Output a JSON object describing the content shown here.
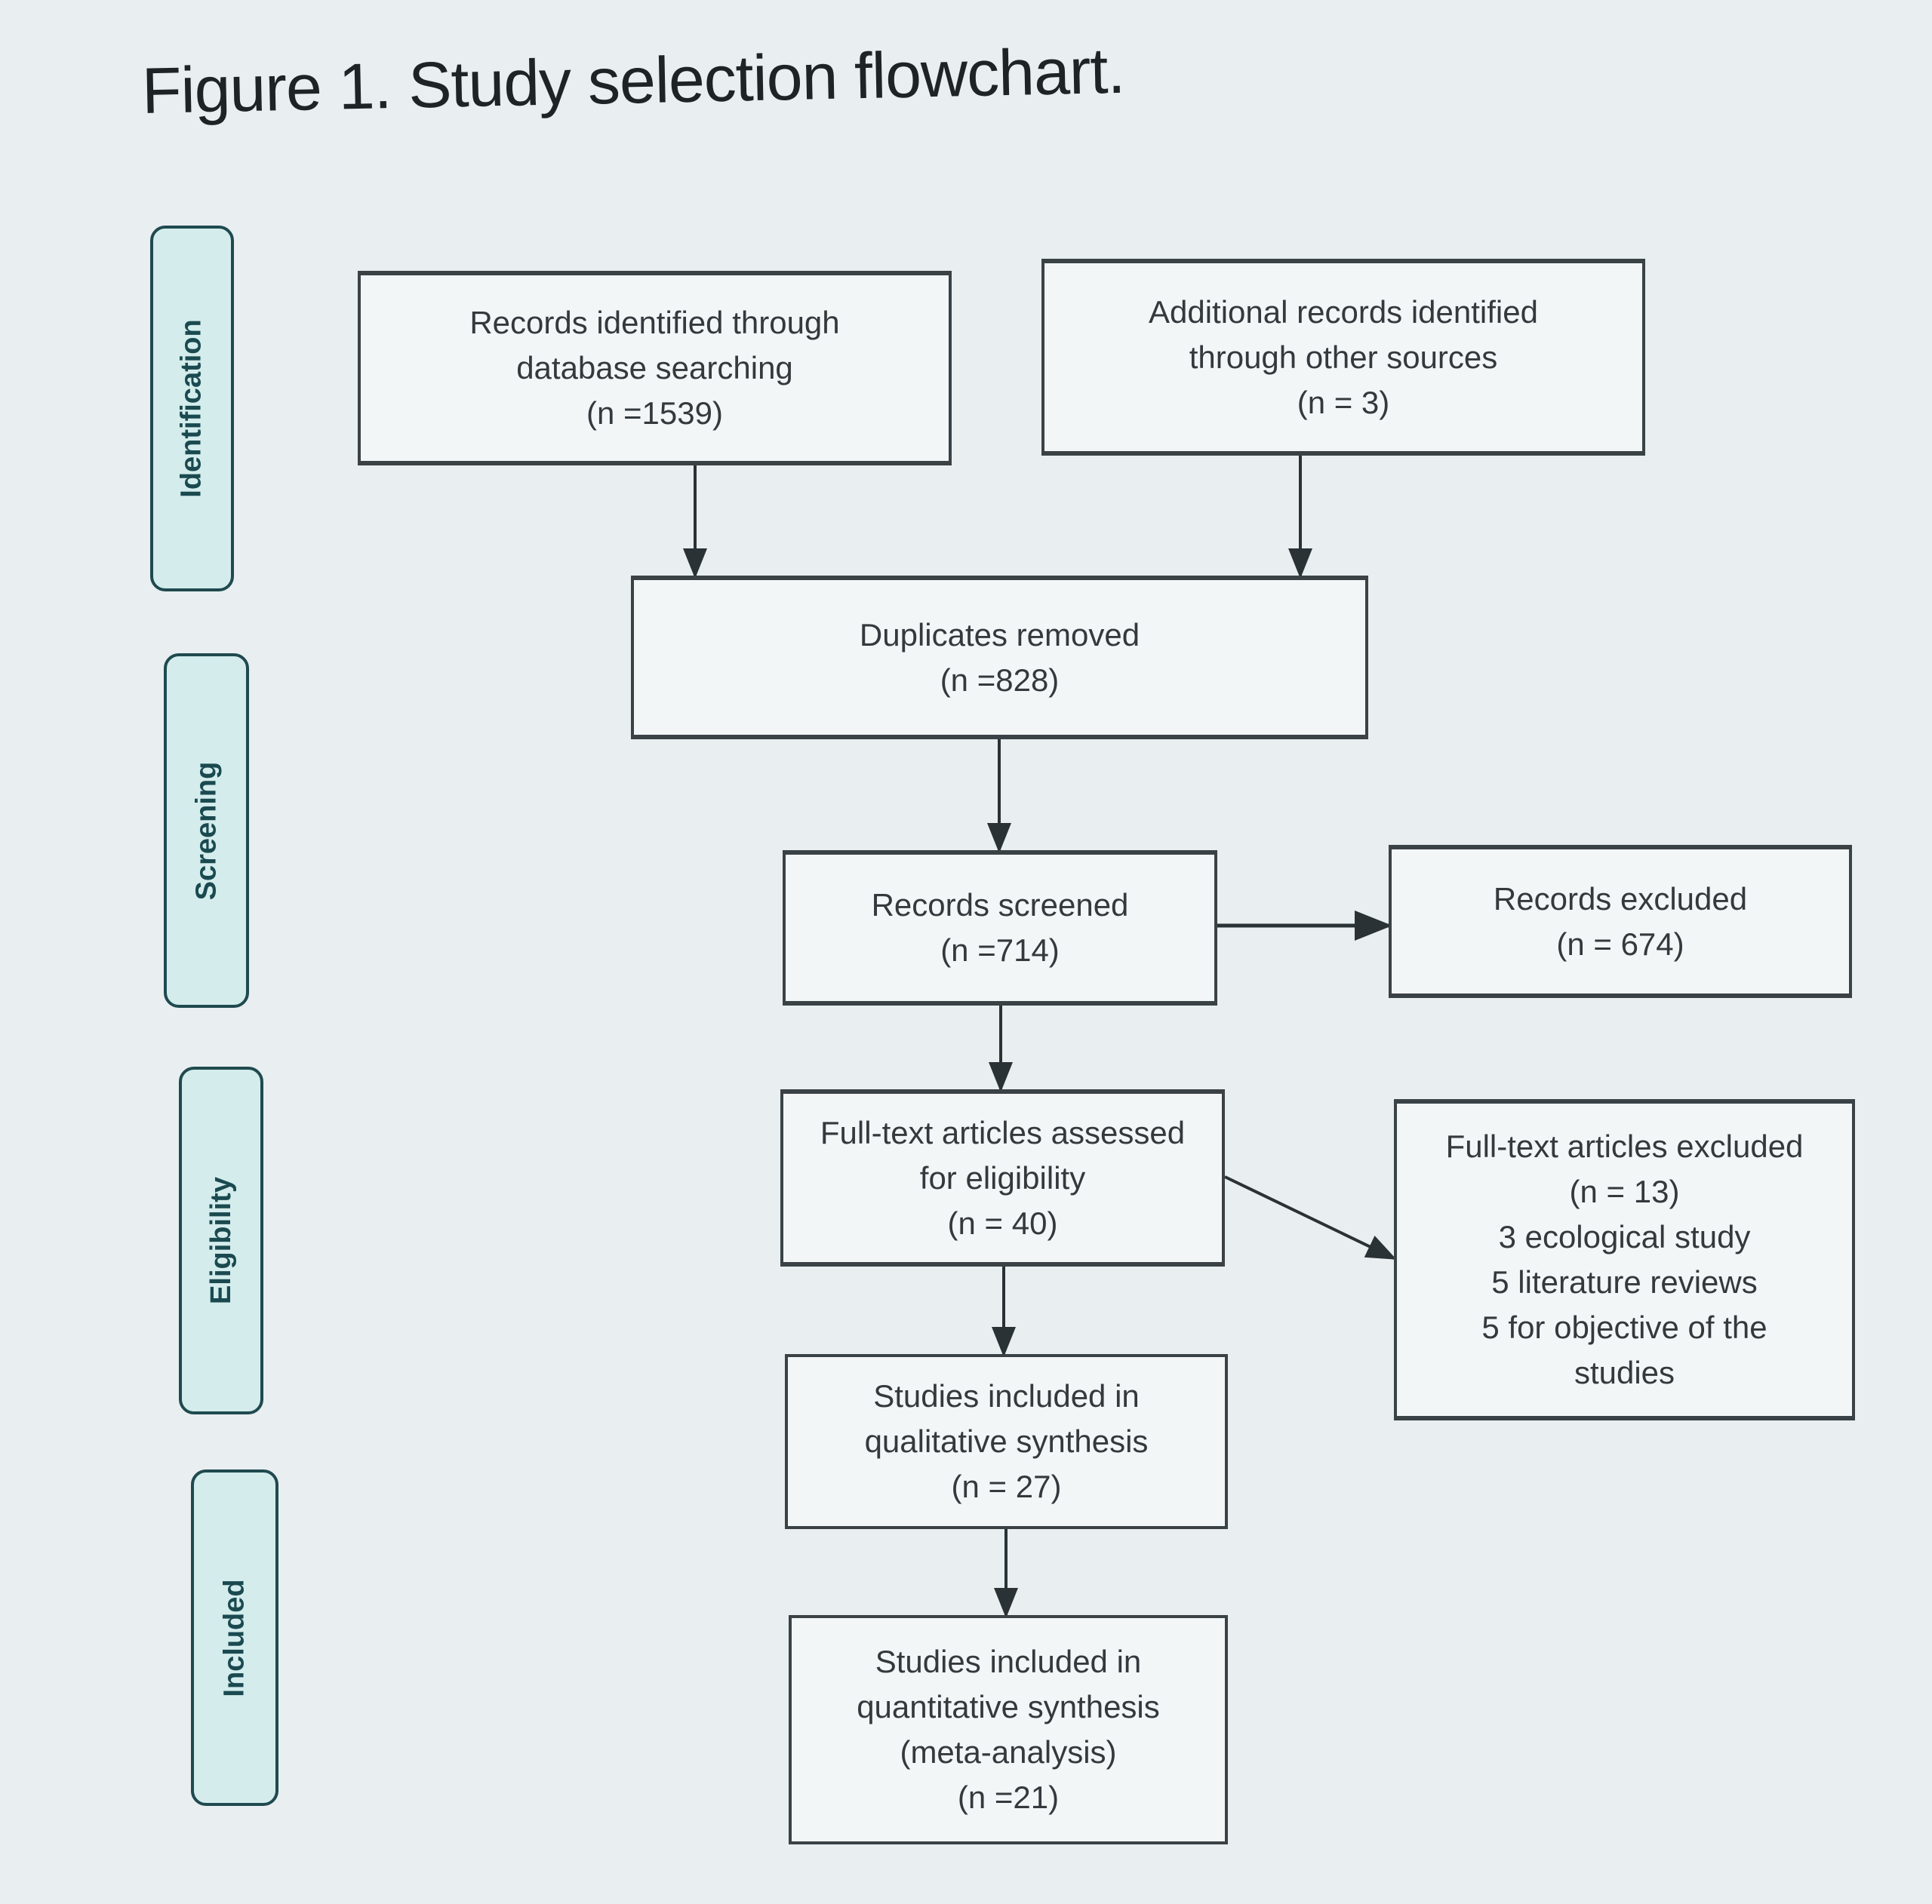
{
  "figure": {
    "title": "Figure 1. Study selection flowchart."
  },
  "stages": [
    {
      "label": "Identification",
      "color": "#d4ecec"
    },
    {
      "label": "Screening",
      "color": "#d4ecec"
    },
    {
      "label": "Eligibility",
      "color": "#d4ecec"
    },
    {
      "label": "Included",
      "color": "#d4ecec"
    }
  ],
  "boxes": {
    "database": {
      "lines": [
        "Records identified through",
        "database searching",
        "(n =1539)"
      ],
      "n": 1539
    },
    "additional": {
      "lines": [
        "Additional records identified",
        "through other sources",
        "(n = 3)"
      ],
      "n": 3
    },
    "duplicates": {
      "lines": [
        "Duplicates removed",
        "(n =828)"
      ],
      "n": 828
    },
    "screened": {
      "lines": [
        "Records screened",
        "(n =714)"
      ],
      "n": 714
    },
    "excluded": {
      "lines": [
        "Records excluded",
        "(n = 674)"
      ],
      "n": 674
    },
    "fulltext": {
      "lines": [
        "Full-text articles assessed",
        "for eligibility",
        "(n = 40)"
      ],
      "n": 40
    },
    "fulltext_excluded": {
      "lines": [
        "Full-text articles excluded",
        "(n = 13)",
        "3 ecological study",
        "5 literature reviews",
        "5 for objective of the",
        "studies"
      ],
      "n": 13,
      "reasons": [
        {
          "count": 3,
          "reason": "ecological study"
        },
        {
          "count": 5,
          "reason": "literature reviews"
        },
        {
          "count": 5,
          "reason": "for objective of the studies"
        }
      ]
    },
    "qualitative": {
      "lines": [
        "Studies included in",
        "qualitative synthesis",
        "(n = 27)"
      ],
      "n": 27
    },
    "quantitative": {
      "lines": [
        "Studies included in",
        "quantitative synthesis",
        "(meta-analysis)",
        "(n =21)"
      ],
      "n": 21
    }
  },
  "edges": [
    {
      "from": "database",
      "to": "duplicates"
    },
    {
      "from": "additional",
      "to": "duplicates"
    },
    {
      "from": "duplicates",
      "to": "screened"
    },
    {
      "from": "screened",
      "to": "excluded"
    },
    {
      "from": "screened",
      "to": "fulltext"
    },
    {
      "from": "fulltext",
      "to": "fulltext_excluded"
    },
    {
      "from": "fulltext",
      "to": "qualitative"
    },
    {
      "from": "qualitative",
      "to": "quantitative"
    }
  ],
  "colors": {
    "stage_fill": "#d4ecec",
    "stage_text": "#1a4a50",
    "line": "#2a3236"
  }
}
